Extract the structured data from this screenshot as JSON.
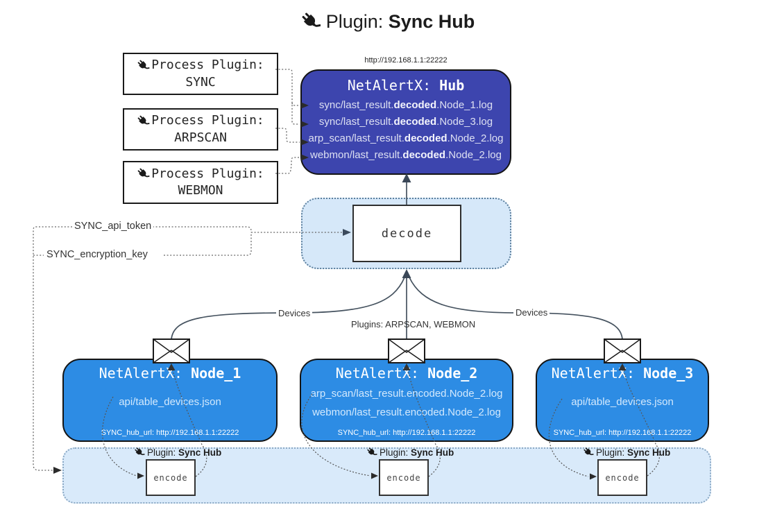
{
  "title": {
    "prefix": "Plugin: ",
    "bold": "Sync Hub"
  },
  "process_plugins": [
    {
      "label": "Process Plugin:",
      "name": "SYNC"
    },
    {
      "label": "Process Plugin:",
      "name": "ARPSCAN"
    },
    {
      "label": "Process Plugin:",
      "name": "WEBMON"
    }
  ],
  "hub": {
    "url": "http://192.168.1.1:22222",
    "title_prefix": "NetAlertX: ",
    "title_bold": "Hub",
    "logs": [
      {
        "pre": "sync/last_result.",
        "bold": "decoded",
        "post": ".Node_1.log"
      },
      {
        "pre": "sync/last_result.",
        "bold": "decoded",
        "post": ".Node_3.log"
      },
      {
        "pre": "arp_scan/last_result.",
        "bold": "decoded",
        "post": ".Node_2.log"
      },
      {
        "pre": "webmon/last_result.",
        "bold": "decoded",
        "post": ".Node_2.log"
      }
    ]
  },
  "decode_label": "decode",
  "keys": {
    "api_token": "SYNC_api_token",
    "encryption_key": "SYNC_encryption_key"
  },
  "edge_labels": {
    "devices_left": "Devices",
    "devices_right": "Devices",
    "plugins_mid": "Plugins: ARPSCAN, WEBMON"
  },
  "nodes": [
    {
      "title_prefix": "NetAlertX: ",
      "title_bold": "Node_1",
      "line1": "api/table_devices.json",
      "line2": "",
      "footer": "SYNC_hub_url: http://192.168.1.1:22222"
    },
    {
      "title_prefix": "NetAlertX: ",
      "title_bold": "Node_2",
      "line1": "arp_scan/last_result.encoded.Node_2.log",
      "line2": "webmon/last_result.encoded.Node_2.log",
      "footer": "SYNC_hub_url: http://192.168.1.1:22222"
    },
    {
      "title_prefix": "NetAlertX: ",
      "title_bold": "Node_3",
      "line1": "api/table_devices.json",
      "line2": "",
      "footer": "SYNC_hub_url: http://192.168.1.1:22222"
    }
  ],
  "encode": {
    "box_label": "encode",
    "plugin_prefix": "Plugin: ",
    "plugin_bold": "Sync Hub"
  },
  "colors": {
    "hub_fill": "#3d45ae",
    "node_fill": "#2d8ce4",
    "panel_fill": "#d6e8f9",
    "arrow": "#3a4757"
  }
}
